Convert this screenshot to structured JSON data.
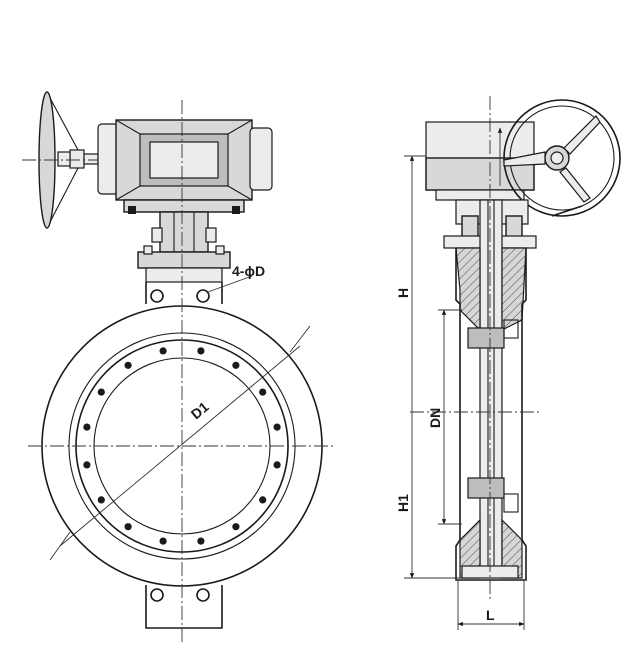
{
  "drawing": {
    "labels": {
      "bolt_holes": "4-ϕD",
      "bolt_circle": "D1",
      "height_total": "H",
      "height_lower": "H1",
      "nominal_diameter": "DN",
      "face_length": "L"
    }
  }
}
